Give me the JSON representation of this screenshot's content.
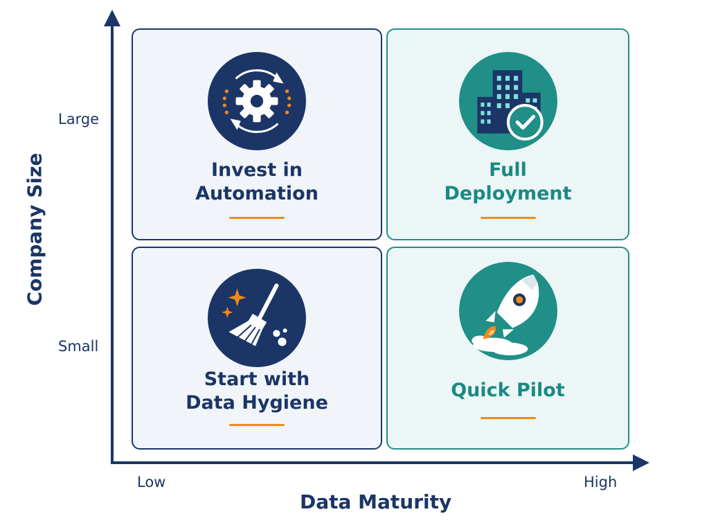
{
  "y_axis": {
    "label": "Company Size",
    "ticks": [
      "Large",
      "Small"
    ]
  },
  "x_axis": {
    "label": "Data Maturity",
    "ticks": [
      "Low",
      "High"
    ]
  },
  "quadrants": {
    "top_left": {
      "title_lines": [
        "Invest in",
        "Automation"
      ],
      "icon": "gear-cycle-icon",
      "theme": "navy"
    },
    "top_right": {
      "title_lines": [
        "Full",
        "Deployment"
      ],
      "icon": "buildings-check-icon",
      "theme": "teal"
    },
    "bottom_left": {
      "title_lines": [
        "Start with",
        "Data Hygiene"
      ],
      "icon": "broom-sparkle-icon",
      "theme": "navy"
    },
    "bottom_right": {
      "title_lines": [
        "Quick Pilot"
      ],
      "icon": "rocket-icon",
      "theme": "teal"
    }
  },
  "colors": {
    "navy": "#1b3566",
    "teal": "#1f8f88",
    "accent": "#f0891c"
  }
}
